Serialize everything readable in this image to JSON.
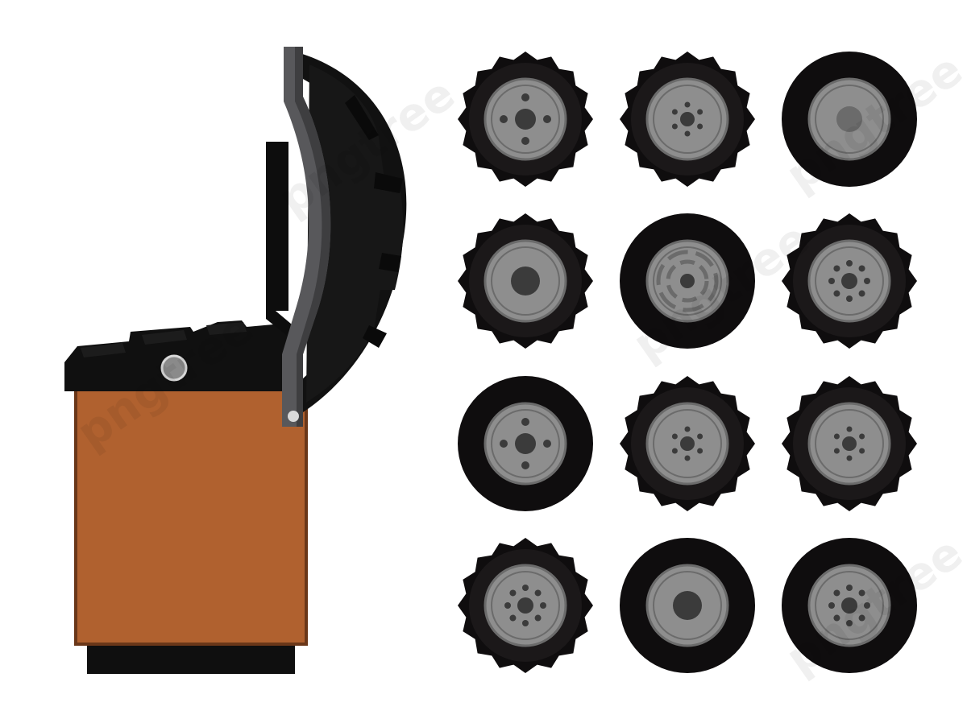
{
  "title": "",
  "colors": {
    "background": "#ffffff",
    "tire": "#0f0d0e",
    "tire_shade": "#1b1819",
    "rim_light": "#8e8e8e",
    "rim_mid": "#6b6b6b",
    "hub": "#3b3b3b",
    "machine_body": "#b0612f",
    "machine_body_border": "#6a3719",
    "machine_top": "#101010",
    "arm": "#58585b",
    "arm_dark": "#3e3e40",
    "button": "#8a8a8a"
  },
  "watermark": {
    "text": "pngtree"
  },
  "machine": {
    "name": "tire-changer-machine"
  },
  "wheels": [
    {
      "id": "w1",
      "tread": "lug",
      "rim": "rim-4-bolt"
    },
    {
      "id": "w2",
      "tread": "lug",
      "rim": "rim-6-bolt"
    },
    {
      "id": "w3",
      "tread": "smooth",
      "rim": "rim-plain"
    },
    {
      "id": "w4",
      "tread": "lug",
      "rim": "rim-center-dot"
    },
    {
      "id": "w5",
      "tread": "smooth",
      "rim": "rim-slotted"
    },
    {
      "id": "w6",
      "tread": "lug",
      "rim": "rim-8-bolt"
    },
    {
      "id": "w7",
      "tread": "smooth",
      "rim": "rim-4-bolt"
    },
    {
      "id": "w8",
      "tread": "lug",
      "rim": "rim-6-bolt"
    },
    {
      "id": "w9",
      "tread": "lug",
      "rim": "rim-6-bolt"
    },
    {
      "id": "w10",
      "tread": "lug",
      "rim": "rim-8-bolt"
    },
    {
      "id": "w11",
      "tread": "smooth",
      "rim": "rim-center-dot"
    },
    {
      "id": "w12",
      "tread": "smooth",
      "rim": "rim-8-bolt"
    }
  ]
}
